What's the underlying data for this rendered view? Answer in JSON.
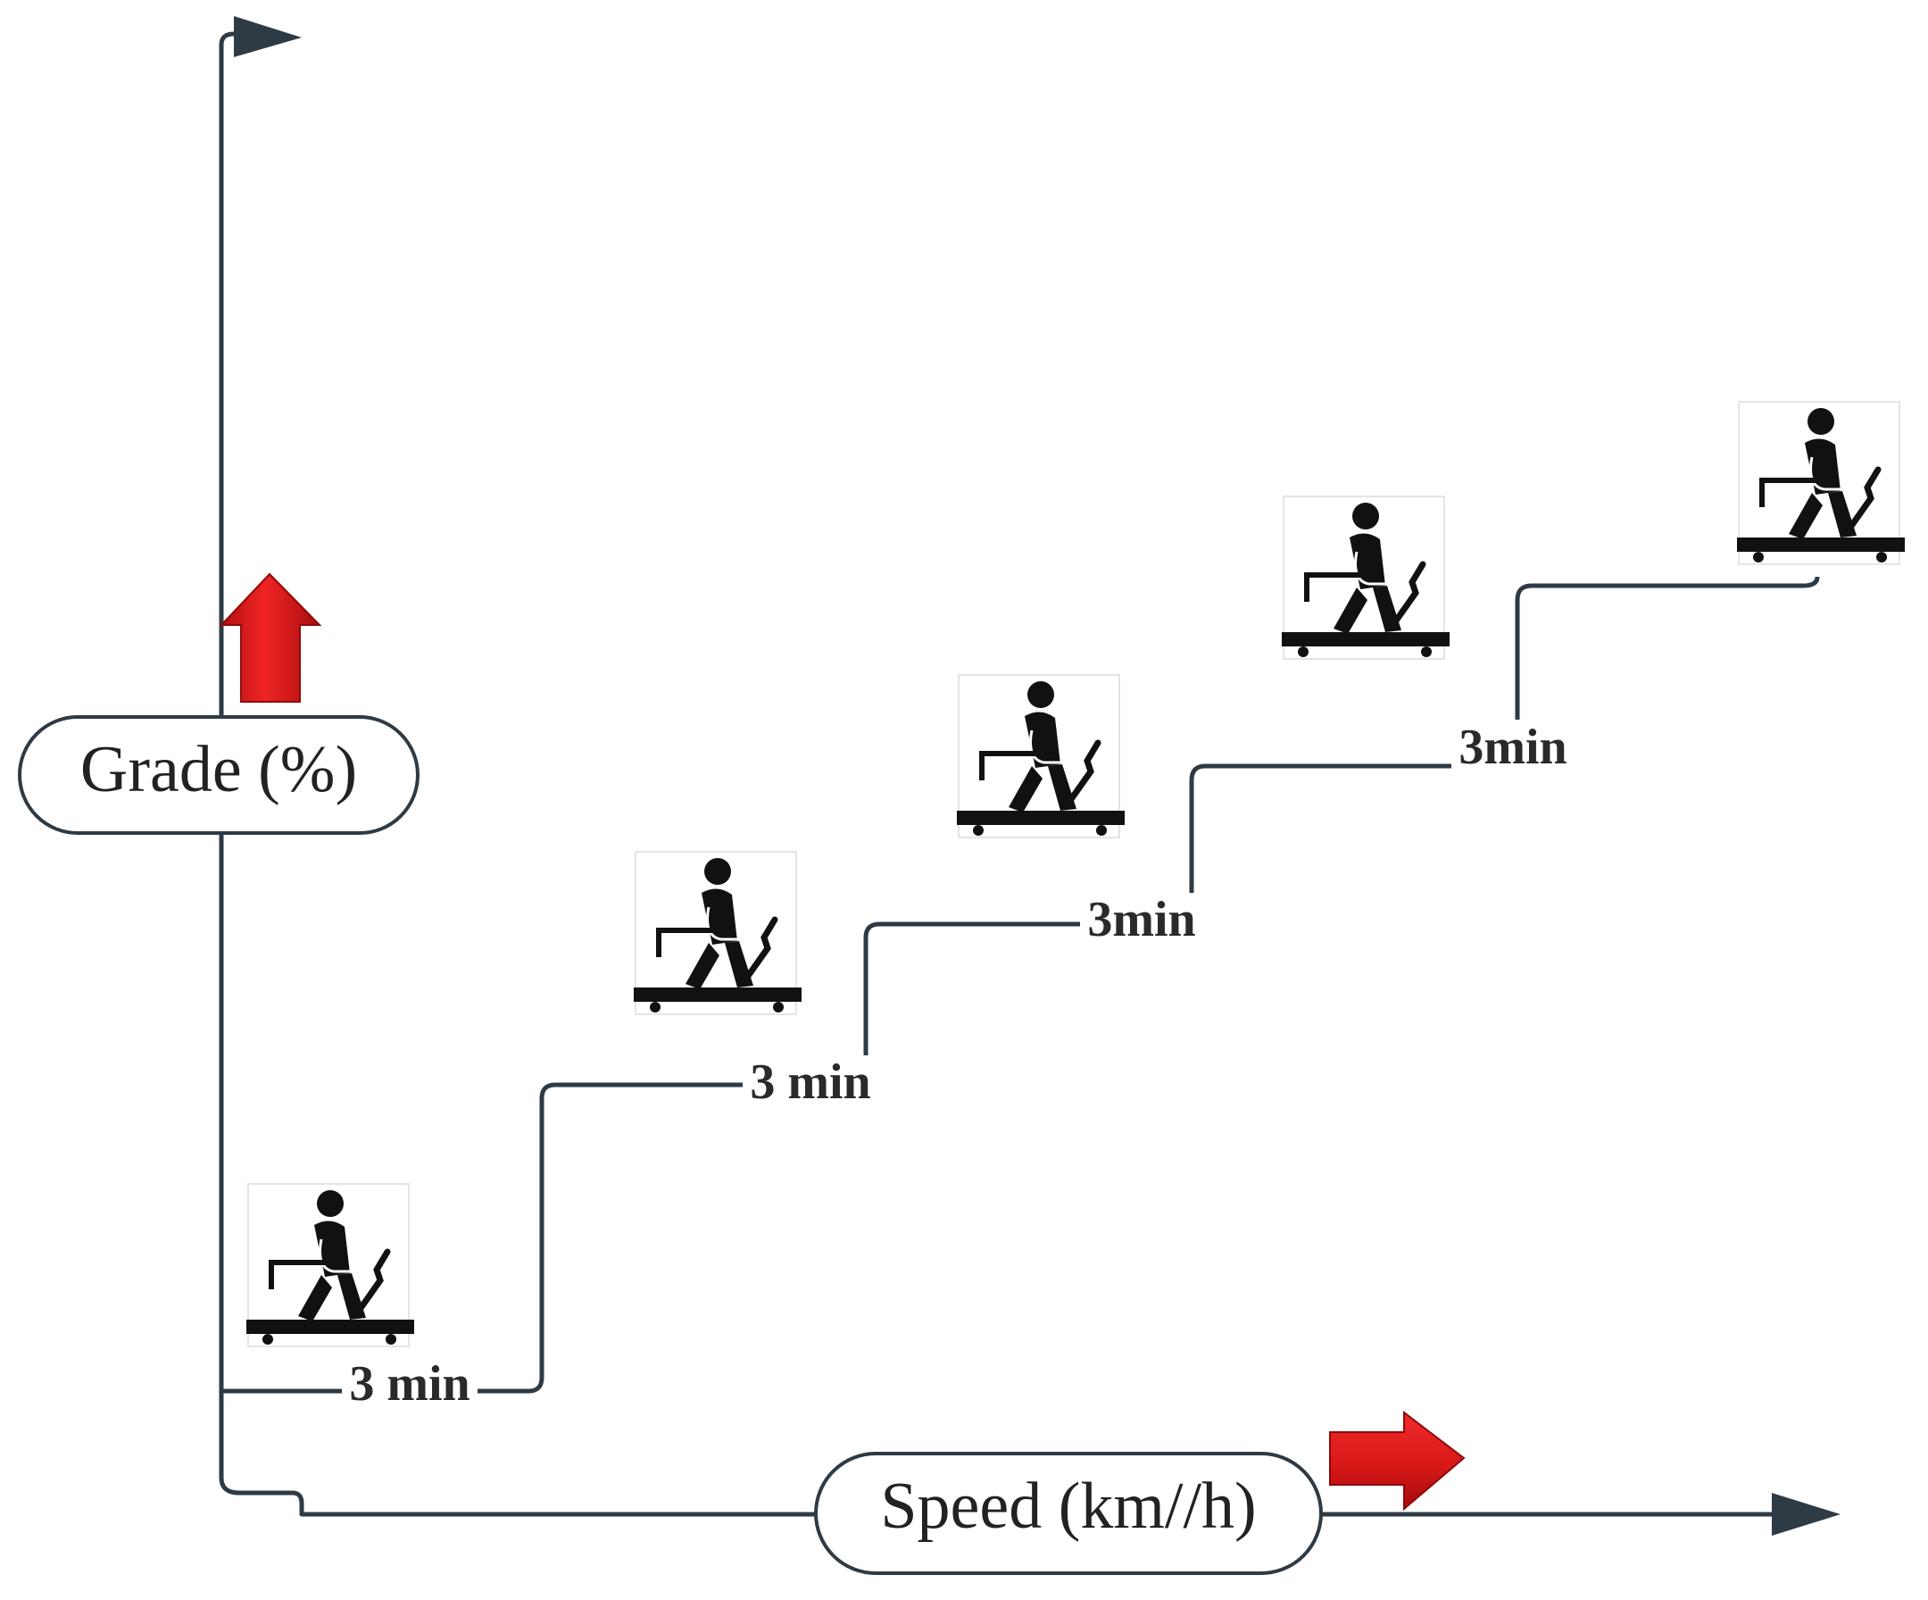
{
  "axes": {
    "y_label": "Grade (%)",
    "x_label": "Speed (km//h)"
  },
  "stages": [
    {
      "duration_label": "3 min"
    },
    {
      "duration_label": "3 min"
    },
    {
      "duration_label": "3min"
    },
    {
      "duration_label": "3min"
    },
    {
      "duration_label": ""
    }
  ],
  "icons": {
    "stage_icon": "treadmill-walker-icon",
    "increase_indicator": "red-block-arrow-icon"
  },
  "colors": {
    "line": "#2e3a44",
    "arrow_red": "#e01b1b",
    "icon": "#111111"
  }
}
